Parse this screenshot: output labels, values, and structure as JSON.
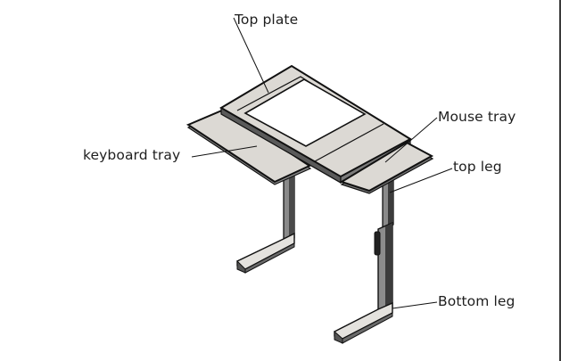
{
  "diagram": {
    "subject": "Adjustable standing desk assembly (isometric line drawing)",
    "labels": {
      "top_plate": "Top plate",
      "mouse_tray": "Mouse tray",
      "keyboard_tray": "keyboard tray",
      "top_leg": "top leg",
      "bottom_leg": "Bottom leg"
    },
    "colors": {
      "surface_fill": "#dcd9d4",
      "outline": "#111111",
      "leg_fill": "#8a8a8a",
      "leg_dark": "#3c3c3c",
      "foot_fill": "#e4e2de",
      "text": "#1e1e1e",
      "background": "#ffffff",
      "frame_border": "#3a3a3a"
    }
  }
}
